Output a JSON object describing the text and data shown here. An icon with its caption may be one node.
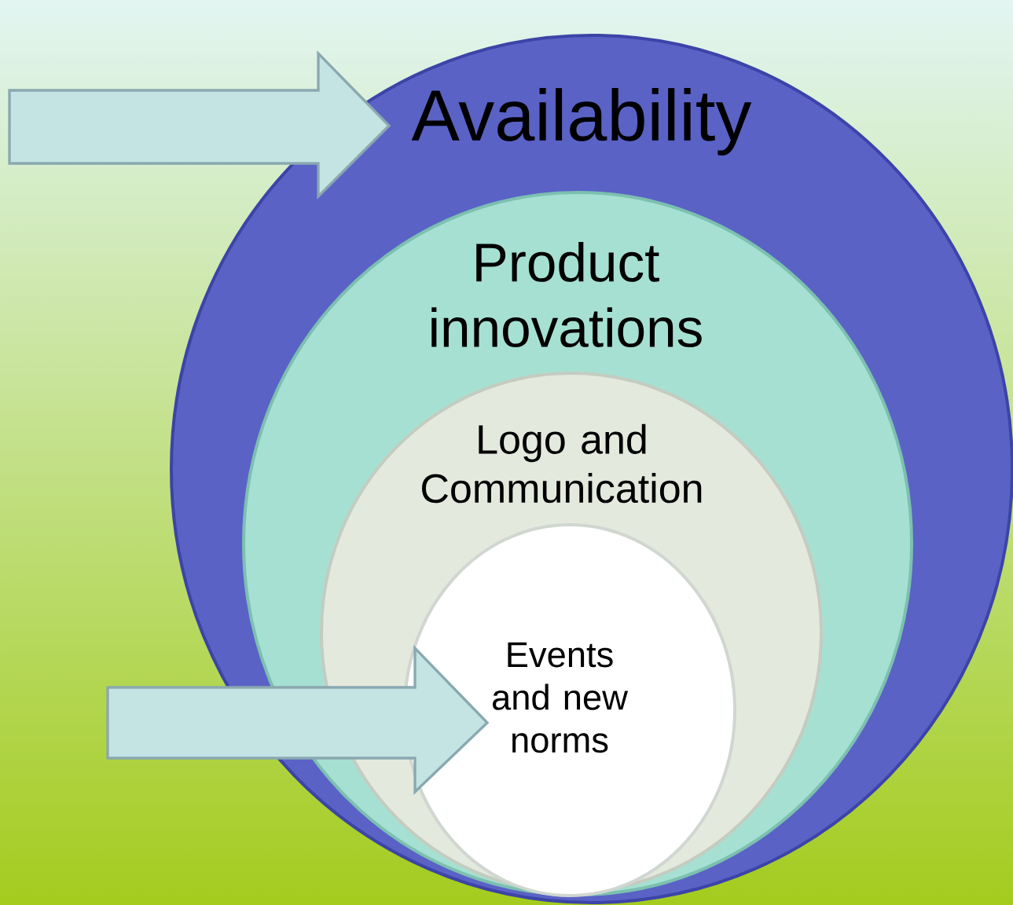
{
  "diagram": {
    "nodes": [
      {
        "text": [
          "Availability"
        ]
      },
      {
        "text": [
          "Product innovations"
        ],
        "in": 0
      },
      {
        "text": [
          "Logo and Communication"
        ],
        "in": 1
      },
      {
        "text": [
          "Events and new norms"
        ],
        "in": 2
      }
    ],
    "edges": [
      {
        "from": null,
        "to": 0,
        "arrow": "to"
      },
      {
        "from": null,
        "to": 3,
        "arrow": "to"
      }
    ]
  }
}
